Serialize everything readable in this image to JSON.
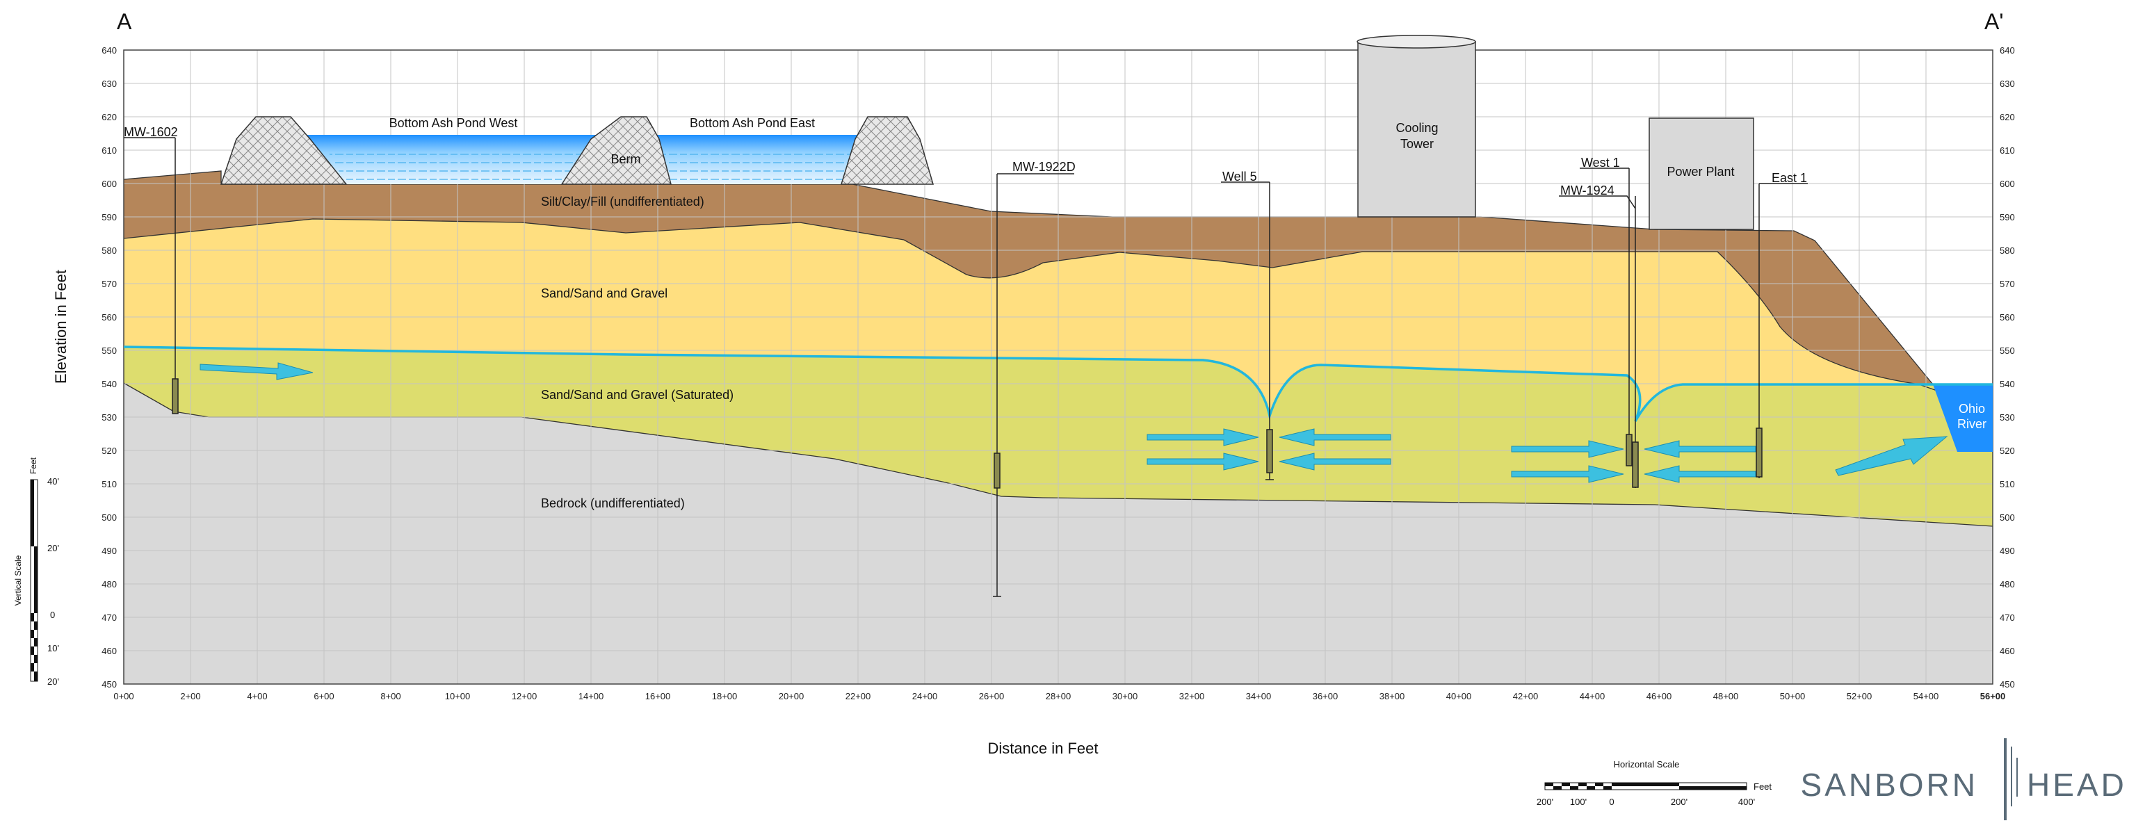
{
  "section": {
    "start": "A",
    "end": "A'"
  },
  "axes": {
    "ylabel": "Elevation in Feet",
    "xlabel": "Distance in Feet",
    "y_ticks": [
      "640",
      "630",
      "620",
      "610",
      "600",
      "590",
      "580",
      "570",
      "560",
      "550",
      "540",
      "530",
      "520",
      "510",
      "500",
      "490",
      "480",
      "470",
      "460",
      "450"
    ],
    "x_ticks": [
      "0+00",
      "2+00",
      "4+00",
      "6+00",
      "8+00",
      "10+00",
      "12+00",
      "14+00",
      "16+00",
      "18+00",
      "20+00",
      "22+00",
      "24+00",
      "26+00",
      "28+00",
      "30+00",
      "32+00",
      "34+00",
      "36+00",
      "38+00",
      "40+00",
      "42+00",
      "44+00",
      "46+00",
      "48+00",
      "50+00",
      "52+00",
      "54+00",
      "56+00"
    ]
  },
  "layers": {
    "silt": "Silt/Clay/Fill (undifferentiated)",
    "sand": "Sand/Sand and Gravel",
    "saturated": "Sand/Sand and Gravel (Saturated)",
    "bedrock": "Bedrock (undifferentiated)"
  },
  "structures": {
    "pond_west": "Bottom Ash Pond West",
    "pond_east": "Bottom Ash Pond East",
    "berm": "Berm",
    "cooling_tower_1": "Cooling",
    "cooling_tower_2": "Tower",
    "power_plant": "Power Plant",
    "river_1": "Ohio",
    "river_2": "River"
  },
  "wells": {
    "mw1602": "MW-1602",
    "mw1922d": "MW-1922D",
    "well5": "Well 5",
    "west1": "West 1",
    "mw1924": "MW-1924",
    "east1": "East 1"
  },
  "vertical_scale": {
    "title": "Vertical Scale",
    "unit": "Feet",
    "labels": [
      "40'",
      "20'",
      "0",
      "10'",
      "20'"
    ]
  },
  "horizontal_scale": {
    "title": "Horizontal Scale",
    "unit": "Feet",
    "labels": [
      "200'",
      "100'",
      "0",
      "200'",
      "400'"
    ]
  },
  "logo": {
    "left": "SANBORN",
    "right": "HEAD",
    "color": "#5a6b78"
  },
  "colors": {
    "silt": "#b5865a",
    "sand": "#ffdf80",
    "saturated": "#dddd6e",
    "bedrock": "#d9d9d9",
    "water_table": "#22b7dd",
    "pond": "#1e90ff",
    "arrow": "#3cc0e0"
  }
}
